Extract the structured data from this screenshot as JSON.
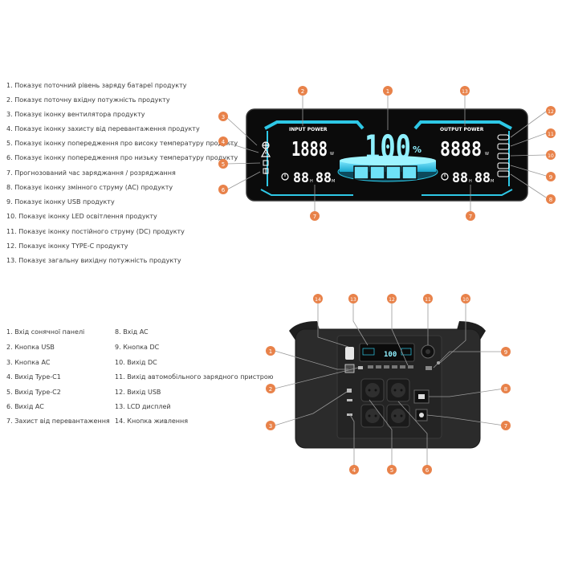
{
  "display_section": {
    "legend": [
      {
        "num": "1.",
        "text": "Показує поточний рівень заряду батареї продукту"
      },
      {
        "num": "2.",
        "text": "Показує поточну вхідну потужність продукту"
      },
      {
        "num": "3.",
        "text": "Показує іконку вентилятора продукту"
      },
      {
        "num": "4.",
        "text": "Показує іконку захисту від перевантаження продукту"
      },
      {
        "num": "5.",
        "text": "Показує іконку попередження про високу температуру продукту"
      },
      {
        "num": "6.",
        "text": "Показує іконку попередження про низьку температуру продукту"
      },
      {
        "num": "7.",
        "text": "Прогнозований час заряджання / розряджання"
      },
      {
        "num": "8.",
        "text": "Показує іконку змінного струму (AC) продукту"
      },
      {
        "num": "9.",
        "text": "Показує іконку USB продукту"
      },
      {
        "num": "10.",
        "text": "Показує іконку LED освітлення продукту"
      },
      {
        "num": "11.",
        "text": "Показує іконку постійного струму (DC) продукту"
      },
      {
        "num": "12.",
        "text": "Показує іконку TYPE-C продукту"
      },
      {
        "num": "13.",
        "text": "Показує загальну вихідну потужність продукту"
      }
    ],
    "lcd": {
      "input_label": "INPUT POWER",
      "output_label": "OUTPUT POWER",
      "input_value": "1888",
      "output_value": "8888",
      "battery_value": "100",
      "percent_sign": "%",
      "watt_unit": "W",
      "time_left": "88",
      "time_h": "H",
      "time_right": "88",
      "time_m": "M"
    },
    "callouts": [
      "1",
      "2",
      "3",
      "4",
      "5",
      "6",
      "7",
      "8",
      "9",
      "10",
      "11",
      "12",
      "13"
    ]
  },
  "device_section": {
    "legend_left": [
      {
        "num": "1.",
        "text": "Вхід сонячної панелі"
      },
      {
        "num": "2.",
        "text": "Кнопка USB"
      },
      {
        "num": "3.",
        "text": "Кнопка AC"
      },
      {
        "num": "4.",
        "text": "Вихід Type-C1"
      },
      {
        "num": "5.",
        "text": "Вихід Type-C2"
      },
      {
        "num": "6.",
        "text": "Вихід AC"
      },
      {
        "num": "7.",
        "text": "Захист від перевантаження"
      }
    ],
    "legend_right": [
      {
        "num": "8.",
        "text": "Вхід AC"
      },
      {
        "num": "9.",
        "text": "Кнопка DC"
      },
      {
        "num": "10.",
        "text": "Вихід DC"
      },
      {
        "num": "11.",
        "text": "Вихід автомобільного зарядного пристрою"
      },
      {
        "num": "12.",
        "text": "Вихід USB"
      },
      {
        "num": "13.",
        "text": "LCD дисплей"
      },
      {
        "num": "14.",
        "text": "Кнопка живлення"
      }
    ],
    "callouts": [
      "1",
      "2",
      "3",
      "4",
      "5",
      "6",
      "7",
      "8",
      "9",
      "10",
      "11",
      "12",
      "13",
      "14"
    ]
  },
  "colors": {
    "callout": "#e8824a",
    "lcd_bg": "#0b0b0b",
    "lcd_cyan": "#2ec8e6",
    "device_body": "#2b2b2b"
  }
}
